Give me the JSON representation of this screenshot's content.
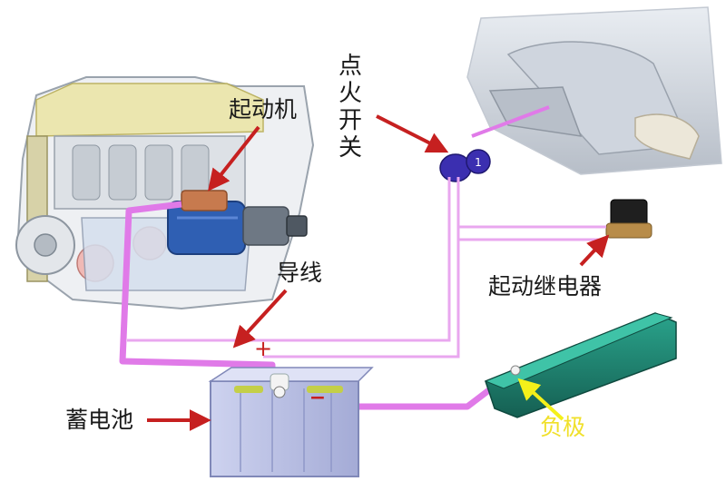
{
  "labels": {
    "starter": "起动机",
    "ignition_switch": [
      "点",
      "火",
      "开",
      "关"
    ],
    "wire": "导线",
    "relay": "起动继电器",
    "battery": "蓄电池",
    "negative": "负极",
    "plus_sign": "+",
    "minus_sign": "−"
  },
  "colors": {
    "wire_main": "#e07ae8",
    "wire_thin": "#e9a7ef",
    "arrow": "#c62020",
    "negative_arrow": "#f4f01a",
    "battery_body": "#b9bfe4",
    "frame_rail": "#1f8a77",
    "starter_body": "#2f5fb3",
    "ignition_knob": "#3b2fb0"
  }
}
